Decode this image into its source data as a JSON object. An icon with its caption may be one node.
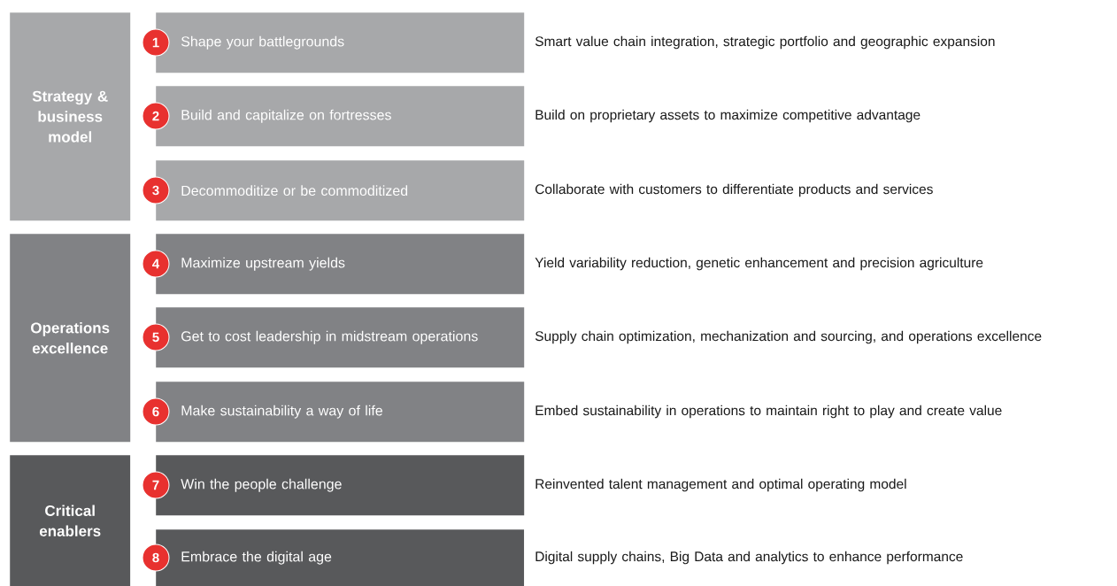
{
  "diagram": {
    "nodes": [
      {
        "text": [
          "Strategy & business model"
        ]
      },
      {
        "text": [
          "1"
        ]
      },
      {
        "text": [
          "Shape your battlegrounds"
        ],
        "beside": [
          "Smart value chain integration, strategic portfolio and geographic expansion"
        ]
      },
      {
        "text": [
          "2"
        ]
      },
      {
        "text": [
          "Build and capitalize on fortresses"
        ],
        "beside": [
          "Build on proprietary assets to maximize competitive advantage"
        ]
      },
      {
        "text": [
          "3"
        ]
      },
      {
        "text": [
          "Decommoditize or be commoditized"
        ],
        "beside": [
          "Collaborate with customers to differentiate products and services"
        ]
      },
      {
        "text": [
          "Operations excellence"
        ]
      },
      {
        "text": [
          "4"
        ]
      },
      {
        "text": [
          "Maximize upstream yields"
        ],
        "beside": [
          "Yield variability reduction, genetic enhancement and precision agriculture"
        ]
      },
      {
        "text": [
          "5"
        ]
      },
      {
        "text": [
          "Get to cost leadership in midstream operations"
        ],
        "beside": [
          "Supply chain optimization, mechanization and sourcing, and operations excellence"
        ]
      },
      {
        "text": [
          "6"
        ]
      },
      {
        "text": [
          "Make sustainability a way of life"
        ],
        "beside": [
          "Embed sustainability in operations to maintain right to play and create value"
        ]
      },
      {
        "text": [
          "Critical enablers"
        ]
      },
      {
        "text": [
          "7"
        ]
      },
      {
        "text": [
          "Win the people challenge"
        ],
        "beside": [
          "Reinvented talent management and optimal operating model"
        ]
      },
      {
        "text": [
          "8"
        ]
      },
      {
        "text": [
          "Embrace the digital age"
        ],
        "beside": [
          "Digital supply chains, Big Data and analytics to enhance performance"
        ]
      }
    ]
  }
}
